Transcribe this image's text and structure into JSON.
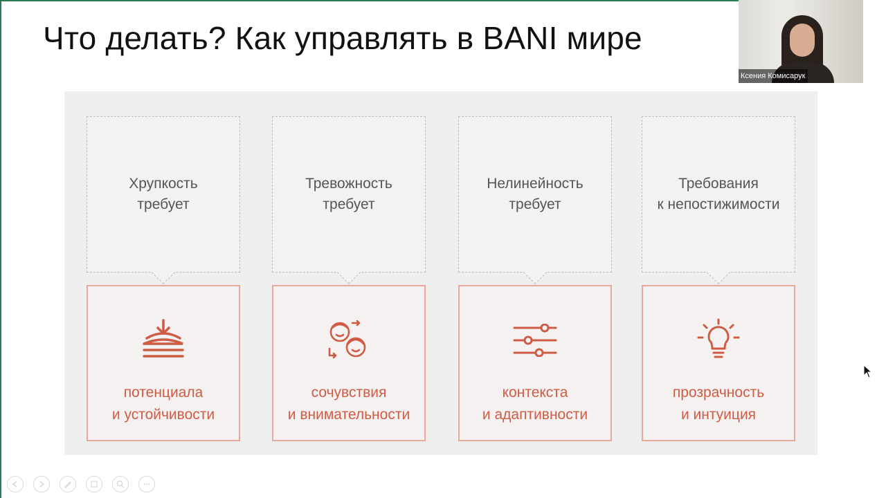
{
  "slide": {
    "title": "Что делать? Как управлять в BANI мире"
  },
  "columns": [
    {
      "top_text": "Хрупкость\nтребует",
      "bottom_text": "потенциала\nи устойчивости",
      "icon": "layers-pressure-icon"
    },
    {
      "top_text": "Тревожность\nтребует",
      "bottom_text": "сочувствия\nи внимательности",
      "icon": "two-faces-icon"
    },
    {
      "top_text": "Нелинейность\nтребует",
      "bottom_text": "контекста\nи адаптивности",
      "icon": "sliders-icon"
    },
    {
      "top_text": "Требования\nк непостижимости",
      "bottom_text": "прозрачность\nи интуиция",
      "icon": "lightbulb-icon"
    }
  ],
  "webcam": {
    "name": "Ксения Комисарук"
  },
  "toolbar": {
    "icons": [
      "prev-icon",
      "next-icon",
      "pen-icon",
      "slides-icon",
      "zoom-icon",
      "more-icon"
    ]
  },
  "colors": {
    "accent": "#cf5b44",
    "accent_border": "#e8a89a",
    "frame": "#2a7a52",
    "panel": "#efefef"
  }
}
